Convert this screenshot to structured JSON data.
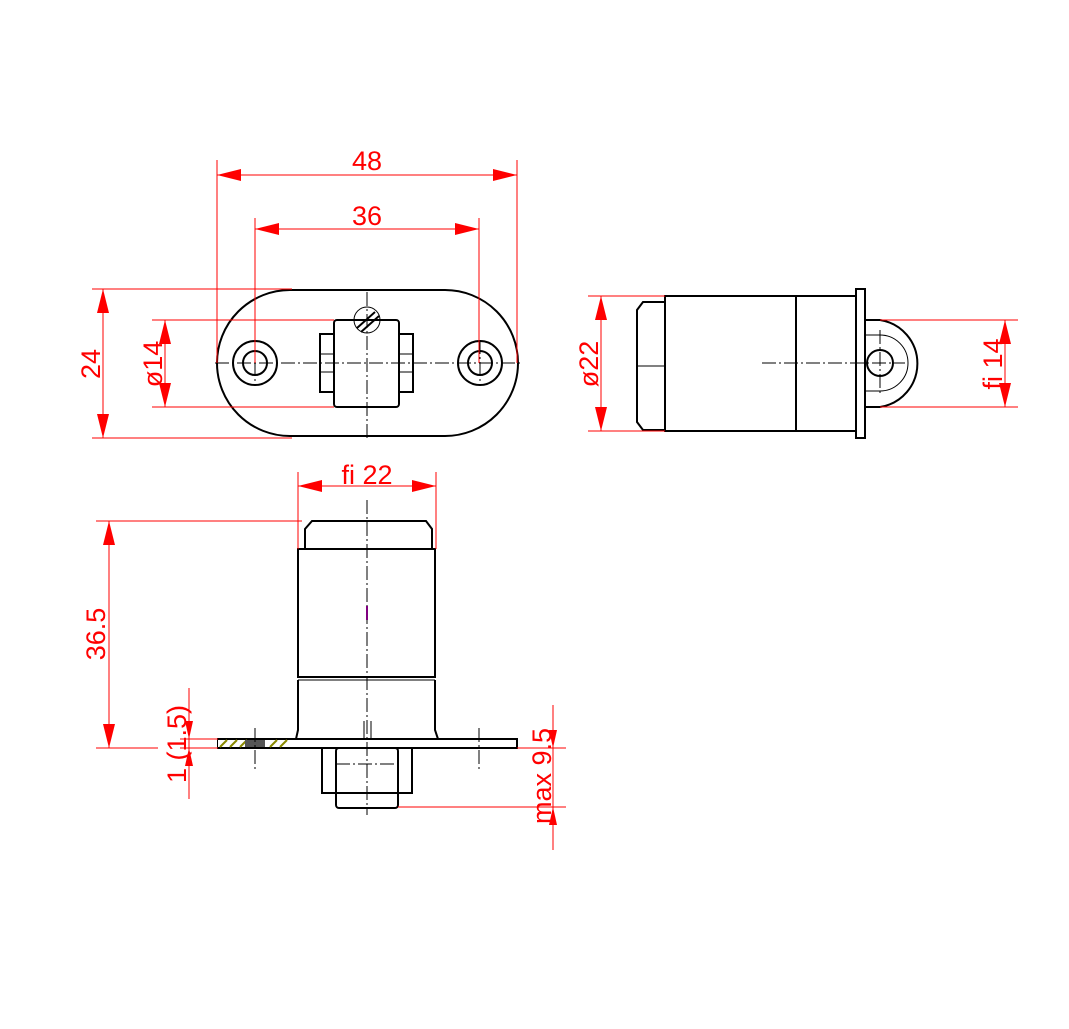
{
  "drawing": {
    "type": "technical-drawing",
    "colors": {
      "outline": "#000000",
      "dimension": "#ff0000",
      "hatch": "#8a8a00",
      "background": "#ffffff"
    },
    "views": [
      {
        "name": "top-view",
        "description": "oval flange with two mounting holes and central barrel"
      },
      {
        "name": "side-view",
        "description": "cylindrical body with hex nut and roller"
      },
      {
        "name": "front-view",
        "description": "body mounted on plate with roller below"
      }
    ],
    "dimensions": {
      "overall_width": "48",
      "hole_spacing": "36",
      "flange_height": "24",
      "barrel_diameter_top": "ø14",
      "body_diameter_side": "ø22",
      "roller_diameter": "fi 14",
      "body_diameter_front": "fi 22",
      "body_height": "36.5",
      "plate_thickness": "1 (1.5)",
      "protrusion": "max 9.5"
    }
  }
}
